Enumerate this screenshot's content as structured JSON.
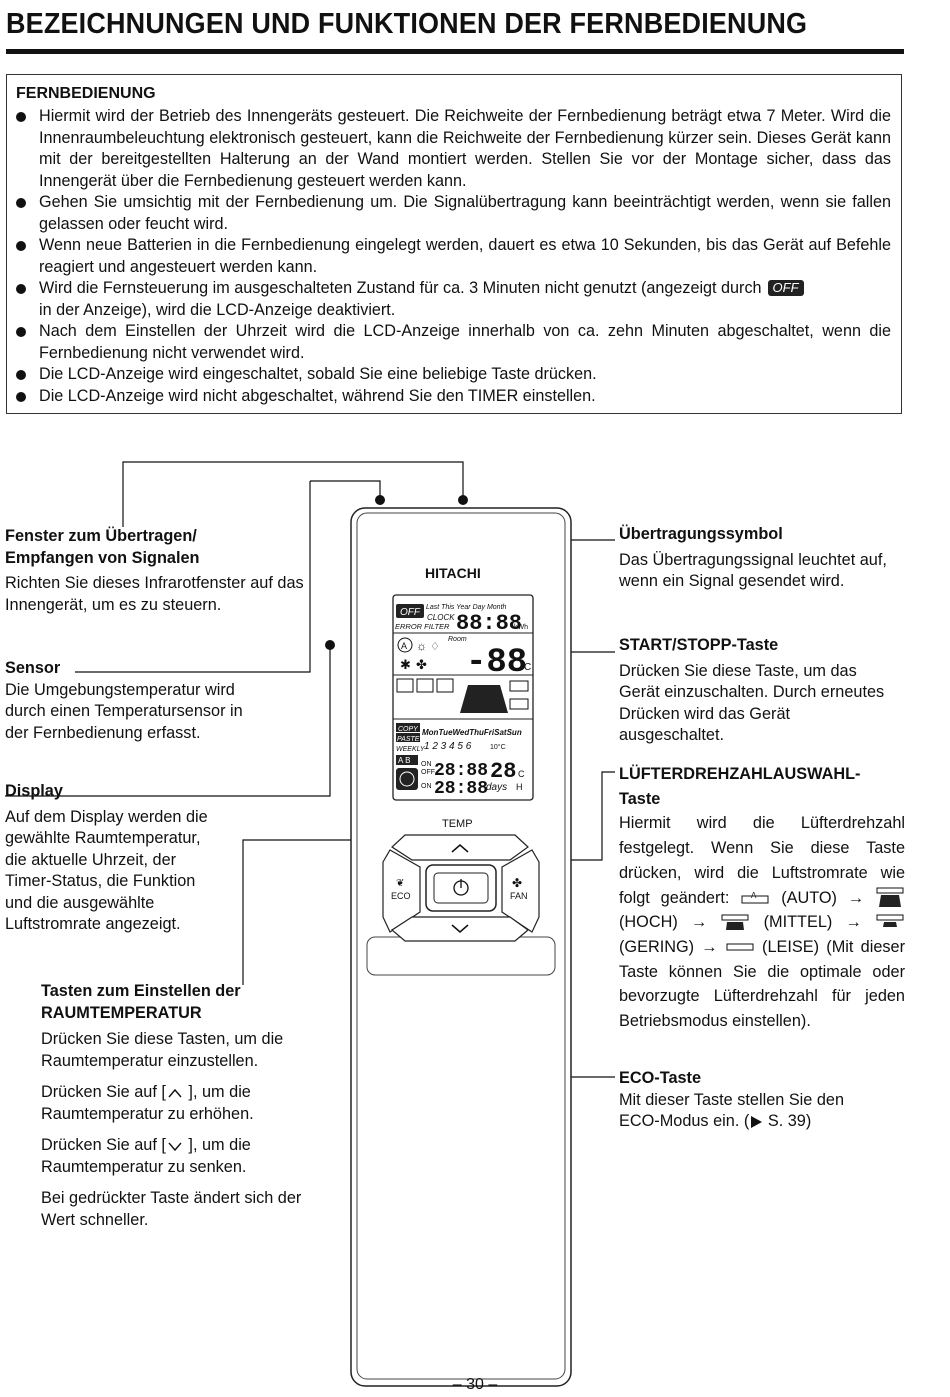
{
  "title": "BEZEICHNUNGEN UND FUNKTIONEN DER FERNBEDIENUNG",
  "box": {
    "heading": "FERNBEDIENUNG",
    "bullets": [
      "Hiermit wird der Betrieb des Innengeräts gesteuert. Die Reichweite der Fernbedienung beträgt etwa 7 Meter. Wird die Innenraumbeleuchtung elektronisch gesteuert, kann die Reichweite der Fernbedienung kürzer sein. Dieses Gerät kann mit der bereitgestellten Halterung an der Wand montiert werden. Stellen Sie vor der Montage sicher, dass das Innengerät über die Fernbedienung gesteuert werden kann.",
      "Gehen Sie umsichtig mit der Fernbedienung um. Die Signalübertragung kann beeinträchtigt werden, wenn sie fallen gelassen oder feucht wird.",
      "Wenn neue Batterien in die Fernbedienung eingelegt werden, dauert es etwa 10 Sekunden, bis das Gerät auf Befehle reagiert und angesteuert werden kann.",
      "Wird die Fernsteuerung im ausgeschalteten Zustand für ca. 3 Minuten nicht genutzt (angezeigt durch",
      "Nach dem Einstellen der Uhrzeit wird die LCD-Anzeige innerhalb von ca. zehn Minuten abgeschaltet, wenn die Fernbedienung nicht verwendet wird.",
      "Die LCD-Anzeige wird eingeschaltet, sobald Sie eine beliebige Taste drücken.",
      "Die LCD-Anzeige wird nicht abgeschaltet, während Sie den TIMER einstellen."
    ],
    "off_badge": "OFF",
    "bullet4_tail": "in der Anzeige), wird die LCD-Anzeige deaktiviert."
  },
  "labels": {
    "fenster_h1": "Fenster zum Übertragen/",
    "fenster_h2": "Empfangen von Signalen",
    "fenster_t": "Richten Sie dieses Infrarotfenster auf das Innengerät, um es zu steuern.",
    "sensor_h": "Sensor",
    "sensor_t": "Die Umgebungstemperatur wird durch einen Temperatursensor in der Fernbedienung erfasst.",
    "display_h": "Display",
    "display_t": "Auf dem Display werden die gewählte Raumtemperatur, die aktuelle Uhrzeit, der Timer-Status, die Funktion und die ausgewählte Luftstromrate angezeigt.",
    "tasten_h1": "Tasten zum Einstellen der",
    "tasten_h2": "RAUMTEMPERATUR",
    "tasten_t1": "Drücken Sie diese Tasten, um die Raumtemperatur einzustellen.",
    "tasten_t2a": "Drücken Sie auf [",
    "tasten_t2b": "], um die Raumtemperatur zu erhöhen.",
    "tasten_t3a": "Drücken Sie auf [",
    "tasten_t3b": "], um die Raumtemperatur zu senken.",
    "tasten_t4": "Bei gedrückter Taste ändert sich der Wert schneller.",
    "uebertragung_h": "Übertragungssymbol",
    "uebertragung_t": "Das Übertragungssignal leuchtet auf, wenn ein Signal gesendet wird.",
    "start_h": "START/STOPP-Taste",
    "start_t": "Drücken Sie diese Taste, um das Gerät einzuschalten. Durch erneutes Drücken wird das Gerät ausgeschaltet.",
    "luefter_h1": "LÜFTERDREHZAHLAUSWAHL-",
    "luefter_h2": "Taste",
    "luefter_t1": "Hiermit wird die Lüfterdrehzahl festgelegt. Wenn Sie diese Taste drücken, wird die Luftstromrate wie folgt geändert:",
    "auto": "(AUTO)",
    "hoch": "(HOCH)",
    "mittel": "(MITTEL)",
    "gering": "(GERING)",
    "leise": "(LEISE)",
    "luefter_t2": "(Mit dieser Taste können Sie die optimale oder bevorzugte Lüfterdrehzahl für jeden Betriebsmodus einstellen).",
    "eco_h": "ECO-Taste",
    "eco_t1": "Mit dieser Taste stellen Sie den",
    "eco_t2a": "ECO-Modus ein. (",
    "eco_t2b": "S. 39)"
  },
  "remote": {
    "brand": "HITACHI",
    "temp": "TEMP",
    "eco": "ECO",
    "fan": "FAN",
    "lcd_off": "OFF",
    "lcd_days": "Last This Year Day Month",
    "lcd_clock": "CLOCK",
    "lcd_error": "ERROR FILTER",
    "lcd_kwh": "kWh",
    "lcd_room": "Room",
    "lcd_c": "C",
    "lcd_copy": "COPY",
    "lcd_paste": "PASTE",
    "lcd_weekly": "WEEKLY",
    "lcd_weekdays": "MonTueWedThuFriSatSun",
    "lcd_nums": "1 2 3 4 5 6",
    "lcd_ten": "10°C",
    "lcd_ab": "A B",
    "lcd_on": "ON",
    "lcd_offs": "OFF",
    "lcd_days_unit": "days",
    "lcd_h": "H"
  },
  "page_number": "– 30 –"
}
